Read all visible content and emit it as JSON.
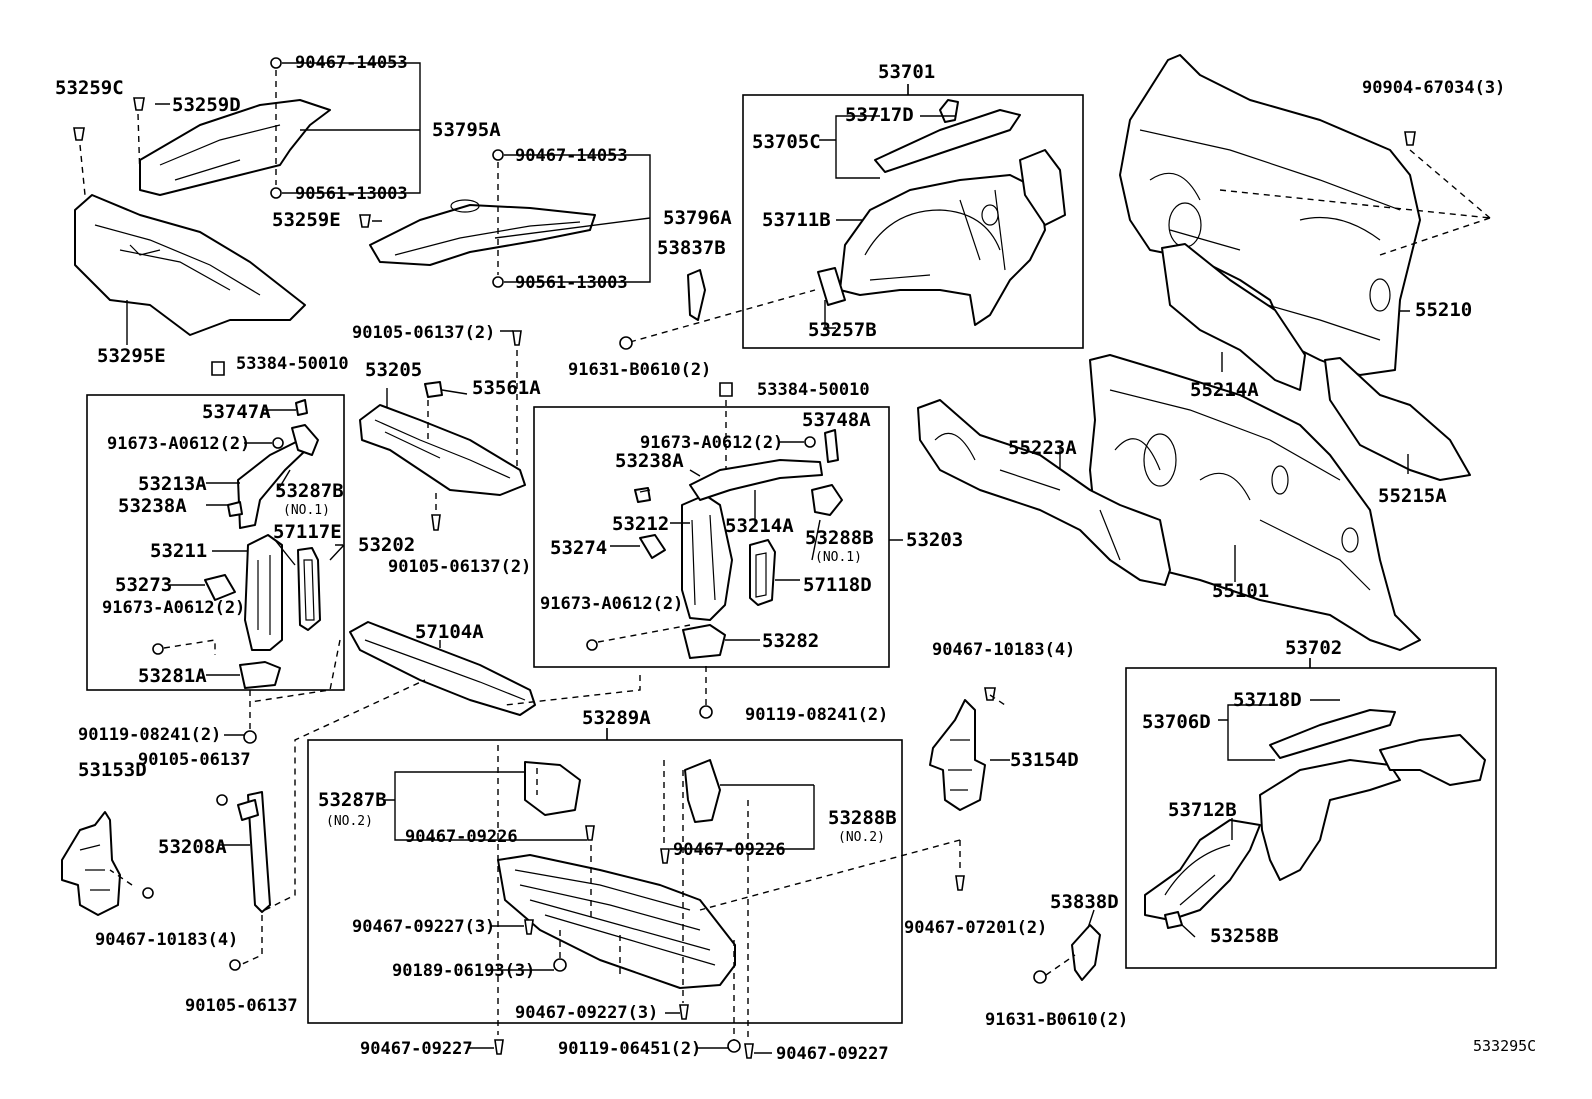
{
  "diagram_id": "533295C",
  "parts": {
    "p53259C": "53259C",
    "p53259D": "53259D",
    "p90467_14053_a": "90467-14053",
    "p53795A": "53795A",
    "p90561_13003_a": "90561-13003",
    "p53259E": "53259E",
    "p90467_14053_b": "90467-14053",
    "p53796A": "53796A",
    "p90561_13003_b": "90561-13003",
    "p53295E": "53295E",
    "p53837B": "53837B",
    "p53701": "53701",
    "p53717D": "53717D",
    "p53705C": "53705C",
    "p53711B": "53711B",
    "p53257B": "53257B",
    "p90904_67034": "90904-67034(3)",
    "p55210": "55210",
    "p55214A": "55214A",
    "p55215A": "55215A",
    "p55223A": "55223A",
    "p55101": "55101",
    "p90105_06137_2a": "90105-06137(2)",
    "p91631_B0610_a": "91631-B0610(2)",
    "p53384_50010_a": "53384-50010",
    "p53205": "53205",
    "p53561A": "53561A",
    "p53747A": "53747A",
    "p91673_A0612_a": "91673-A0612(2)",
    "p53213A": "53213A",
    "p53287B_1": "53287B",
    "p53287B_1_note": "(NO.1)",
    "p53238A_l": "53238A",
    "p53211": "53211",
    "p57117E": "57117E",
    "p53202": "53202",
    "p53273": "53273",
    "p91673_A0612_b": "91673-A0612(2)",
    "p53281A": "53281A",
    "p90105_06137_2b": "90105-06137(2)",
    "p53384_50010_b": "53384-50010",
    "p53748A": "53748A",
    "p91673_A0612_c": "91673-A0612(2)",
    "p53238A_r": "53238A",
    "p53212": "53212",
    "p53214A": "53214A",
    "p53288B_1": "53288B",
    "p53288B_1_note": "(NO.1)",
    "p53203": "53203",
    "p53274": "53274",
    "p57118D": "57118D",
    "p91673_A0612_d": "91673-A0612(2)",
    "p53282": "53282",
    "p57104A": "57104A",
    "p90119_08241_a": "90119-08241(2)",
    "p90119_08241_b": "90119-08241(2)",
    "p90105_06137_a": "90105-06137",
    "p53153D": "53153D",
    "p53208A": "53208A",
    "p90467_10183_a": "90467-10183(4)",
    "p90105_06137_b": "90105-06137",
    "p53289A": "53289A",
    "p53287B_2": "53287B",
    "p53287B_2_note": "(NO.2)",
    "p90467_09226_a": "90467-09226",
    "p53288B_2": "53288B",
    "p53288B_2_note": "(NO.2)",
    "p90467_09226_b": "90467-09226",
    "p90467_09227_3a": "90467-09227(3)",
    "p90189_06193": "90189-06193(3)",
    "p90467_09227_3b": "90467-09227(3)",
    "p90467_09227_a": "90467-09227",
    "p90119_06451": "90119-06451(2)",
    "p90467_09227_b": "90467-09227",
    "p90467_07201": "90467-07201(2)",
    "p90467_10183_b": "90467-10183(4)",
    "p53154D": "53154D",
    "p53838D": "53838D",
    "p91631_B0610_b": "91631-B0610(2)",
    "p53702": "53702",
    "p53718D": "53718D",
    "p53706D": "53706D",
    "p53712B": "53712B",
    "p53258B": "53258B"
  }
}
